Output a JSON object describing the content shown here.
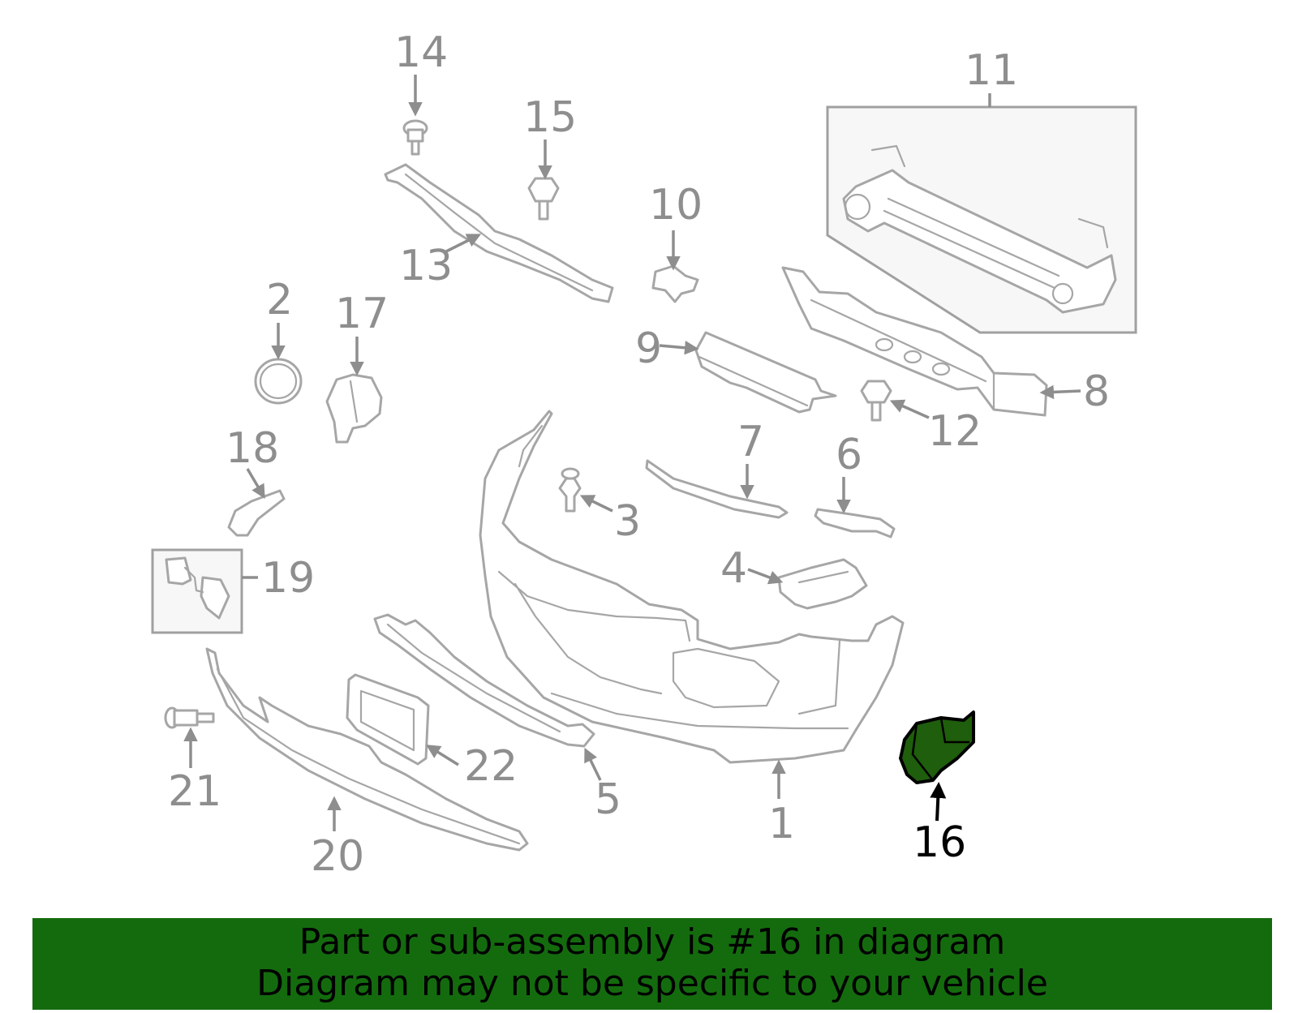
{
  "diagram": {
    "highlighted_part": "16",
    "colors": {
      "line": "#a6a6a6",
      "callout": "#8e8e8e",
      "highlight_fill": "#1f5e0c",
      "banner": "#146b0e"
    },
    "callouts": {
      "c1": "1",
      "c2": "2",
      "c3": "3",
      "c4": "4",
      "c5": "5",
      "c6": "6",
      "c7": "7",
      "c8": "8",
      "c9": "9",
      "c10": "10",
      "c11": "11",
      "c12": "12",
      "c13": "13",
      "c14": "14",
      "c15": "15",
      "c16": "16",
      "c17": "17",
      "c18": "18",
      "c19": "19",
      "c20": "20",
      "c21": "21",
      "c22": "22"
    }
  },
  "banner": {
    "line1": "Part or sub-assembly is #16 in diagram",
    "line2": "Diagram may not be specific to your vehicle"
  }
}
